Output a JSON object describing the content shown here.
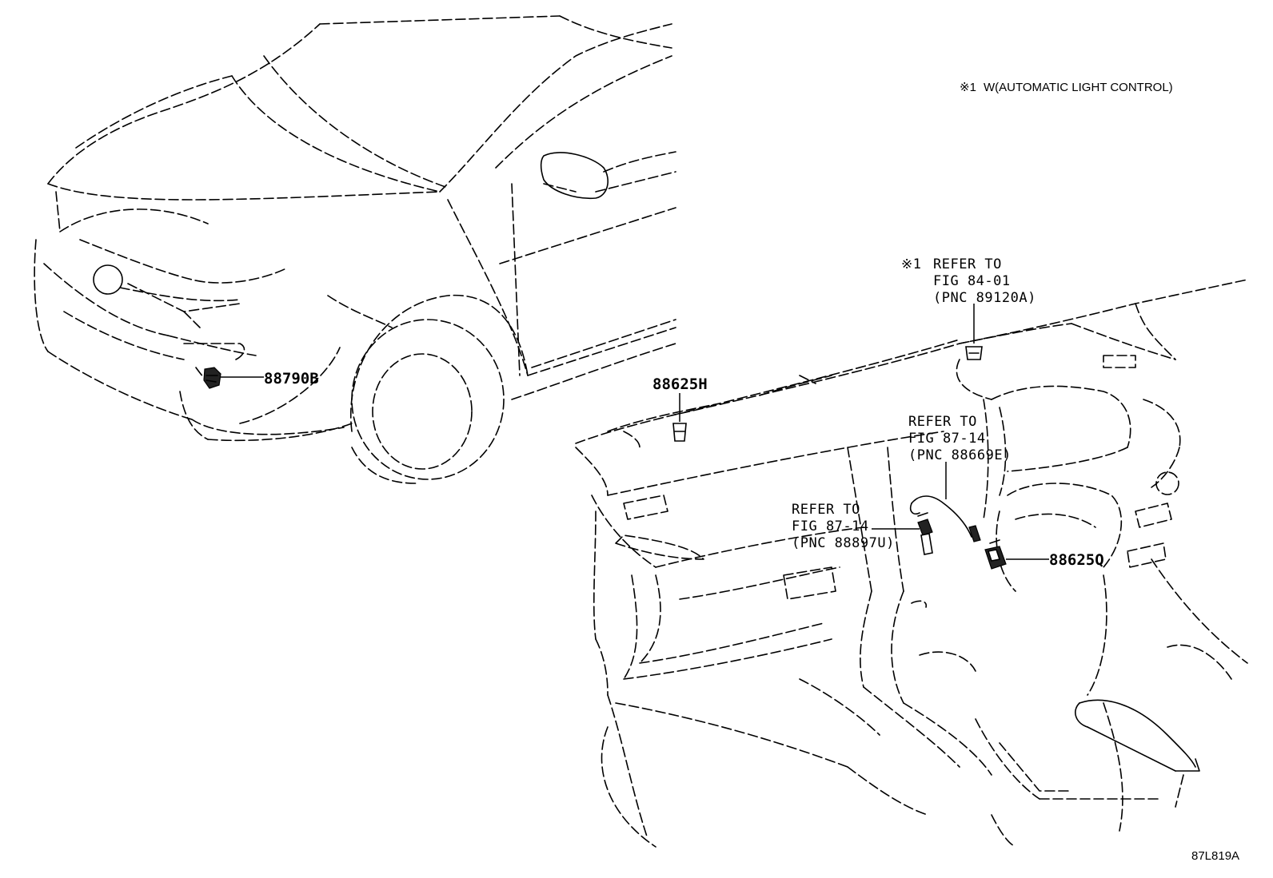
{
  "note": {
    "symbol": "※1",
    "text": "W(AUTOMATIC LIGHT CONTROL)"
  },
  "drawing_number": "87L819A",
  "parts": [
    {
      "id": "88790B",
      "label": "88790B"
    },
    {
      "id": "88625H",
      "label": "88625H"
    },
    {
      "id": "88625Q",
      "label": "88625Q"
    }
  ],
  "references": [
    {
      "mark": "※1",
      "lines": [
        "REFER TO",
        "FIG 84-01",
        "(PNC 89120A)"
      ]
    },
    {
      "mark": "",
      "lines": [
        "REFER TO",
        "FIG 87-14",
        "(PNC 88669E)"
      ]
    },
    {
      "mark": "",
      "lines": [
        "REFER TO",
        "FIG 87-14",
        "(PNC 88897U)"
      ]
    }
  ],
  "icons": {
    "front_sensor": "front-bumper-sensor-icon",
    "light_sensor": "automatic-light-sensor-icon",
    "dash_sensor": "dashboard-sensor-icon",
    "switch": "switch-connector-icon",
    "harness": "harness-clip-icon"
  }
}
